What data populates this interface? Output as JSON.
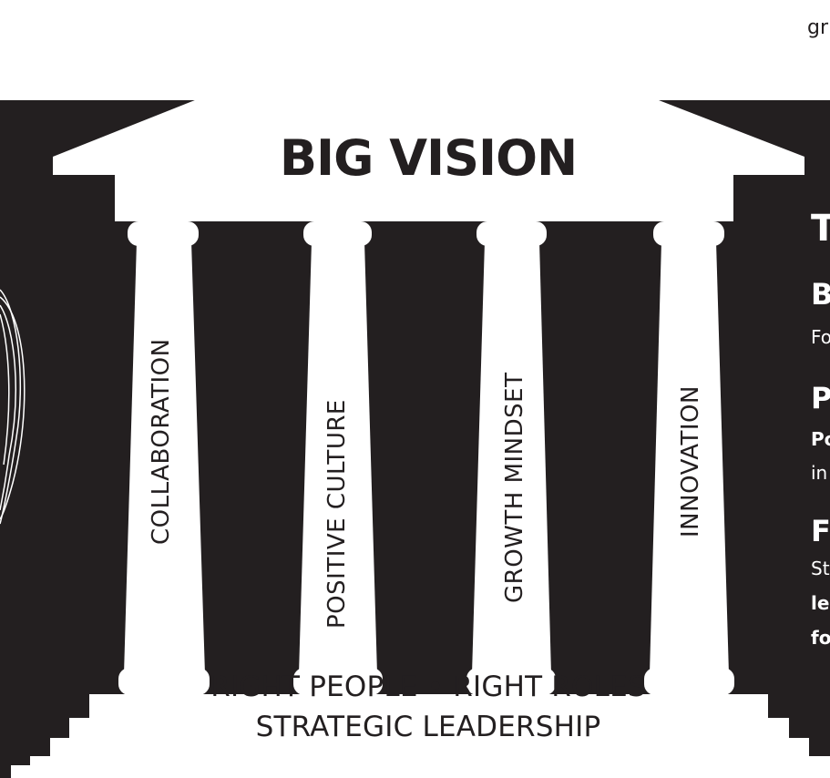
{
  "vision": {
    "title": "BIG VISION"
  },
  "pillars": [
    {
      "label": "COLLABORATION"
    },
    {
      "label": "POSITIVE CULTURE"
    },
    {
      "label": "GROWTH MINDSET"
    },
    {
      "label": "INNOVATION"
    }
  ],
  "foundation": {
    "line1": "RIGHT PEOPLE • RIGHT ROLES",
    "line2": "STRATEGIC LEADERSHIP"
  },
  "top_right_fragment": "gr",
  "side_panel": {
    "heading": "T",
    "item1_heading": "B",
    "item1_body": "Fo",
    "item2_heading": "P",
    "item2_bold": "Po",
    "item2_body": "in",
    "item3_heading": "F",
    "item3_body": "St",
    "item3_bold1": "le",
    "item3_bold2": "fo"
  },
  "colors": {
    "background": "#231f20",
    "temple": "#ffffff",
    "text_dark": "#231f20"
  }
}
